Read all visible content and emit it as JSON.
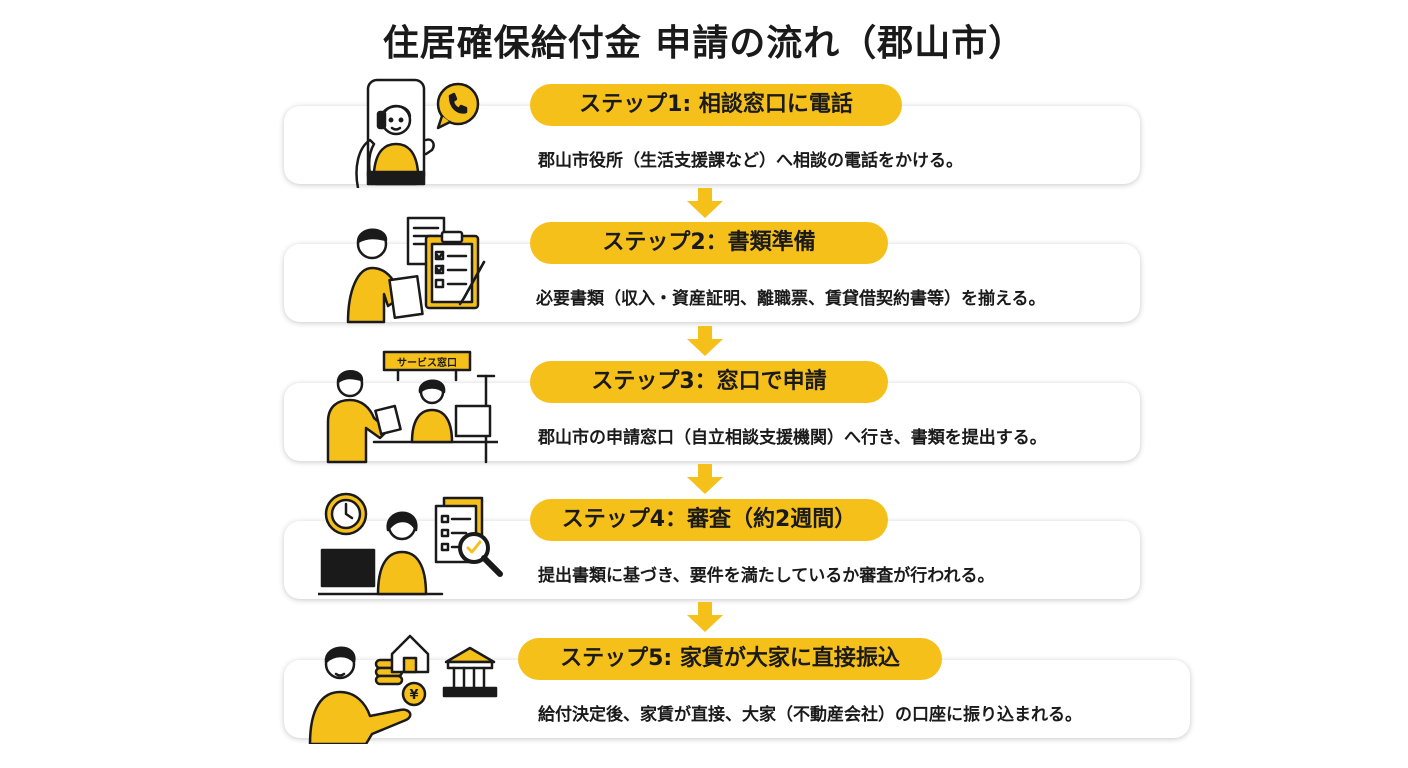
{
  "title": "住居確保給付金 申請の流れ（郡山市）",
  "colors": {
    "accent": "#f6c01a",
    "ink": "#1a1a1a",
    "card": "#ffffff"
  },
  "steps": [
    {
      "label": "ステップ1: 相談窓口に電話",
      "desc": "郡山市役所（生活支援課など）へ相談の電話をかける。",
      "icon": "phone-call-icon"
    },
    {
      "label": "ステップ2：書類準備",
      "desc": "必要書類（収入・資産証明、離職票、賃貸借契約書等）を揃える。",
      "icon": "document-checklist-icon"
    },
    {
      "label": "ステップ3：窓口で申請",
      "desc": "郡山市の申請窓口（自立相談支援機関）へ行き、書類を提出する。",
      "icon": "service-counter-icon",
      "sign": "サービス窓口"
    },
    {
      "label": "ステップ4：審査（約2週間）",
      "desc": "提出書類に基づき、要件を満たしているか審査が行われる。",
      "icon": "review-magnifier-icon"
    },
    {
      "label": "ステップ5: 家賃が大家に直接振込",
      "desc": "給付決定後、家賃が直接、大家（不動産会社）の口座に振り込まれる。",
      "icon": "rent-transfer-icon",
      "currency": "¥"
    }
  ]
}
